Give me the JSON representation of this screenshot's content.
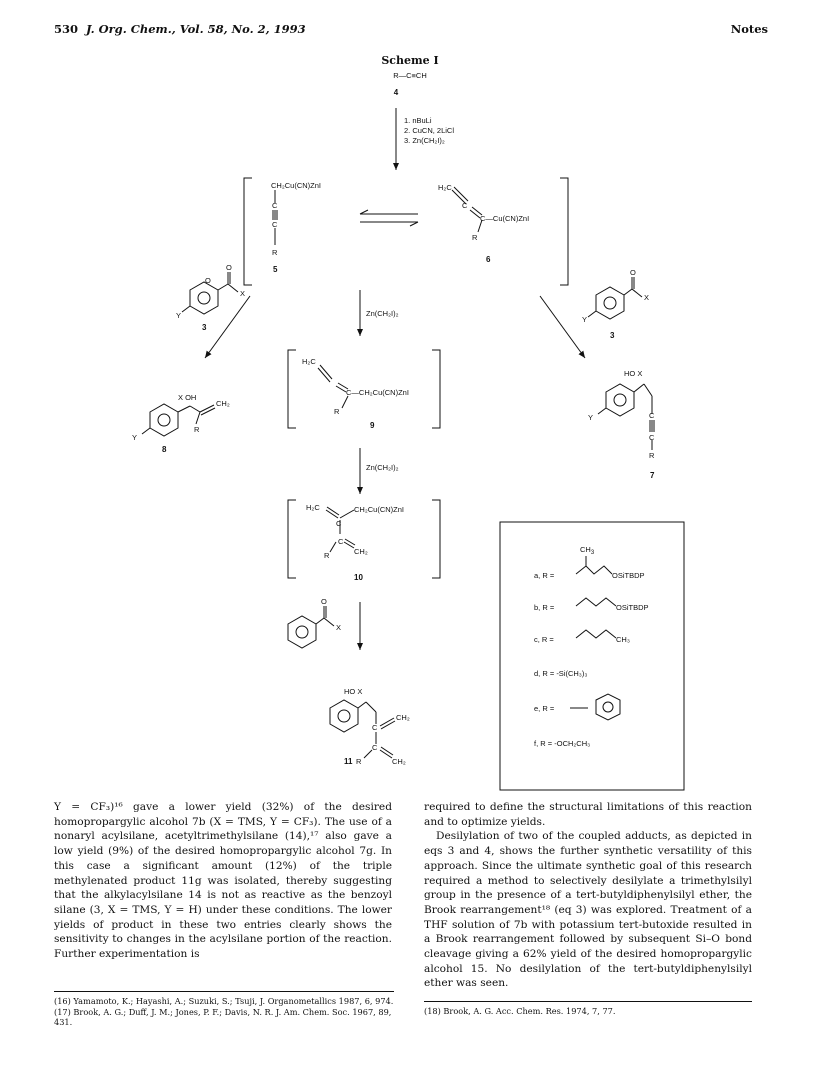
{
  "header": {
    "page_number": "530",
    "journal": "J. Org. Chem., Vol. 58, No. 2, 1993",
    "section": "Notes"
  },
  "scheme": {
    "title": "Scheme I",
    "start_formula": "R—C≡CH",
    "start_number": "4",
    "step1": "1. nBuLi",
    "step2": "2. CuCN, 2LiCl",
    "step3": "3. Zn(CH₂I)₂",
    "cmpd5_label": "CH₂Cu(CN)ZnI",
    "cmpd5_number": "5",
    "cmpd6_h2c": "H₂C",
    "cmpd6_label": "C—Cu(CN)ZnI",
    "cmpd6_number": "6",
    "zn_reagent_1": "Zn(CH₂I)₂",
    "zn_reagent_2": "Zn(CH₂I)₂",
    "cmpd9_label": "C—CH₂Cu(CN)ZnI",
    "cmpd9_number": "9",
    "cmpd10_label": "CH₂Cu(CN)ZnI",
    "cmpd10_number": "10",
    "cmpd3_number": "3",
    "cmpd7_number": "7",
    "cmpd8_number": "8",
    "cmpd11_number": "11",
    "cmpd8_oh": "X  OH",
    "cmpd7_hox": "HO  X",
    "cmpd11_hox": "HO  X",
    "ch2": "CH₂",
    "r_list": [
      {
        "letter": "a",
        "text": "OSiTBDP"
      },
      {
        "letter": "b",
        "text": "OSiTBDP"
      },
      {
        "letter": "c",
        "text": "CH₃"
      },
      {
        "letter": "d",
        "text": "-Si(CH₃)₃"
      },
      {
        "letter": "e",
        "text": ""
      },
      {
        "letter": "f",
        "text": "-OCH₂CH₃"
      }
    ]
  },
  "body": {
    "left": "Y = CF₃)¹⁶ gave a lower yield (32%) of the desired homopropargylic alcohol 7b (X = TMS, Y = CF₃). The use of a nonaryl acylsilane, acetyltrimethylsilane (14),¹⁷ also gave a low yield (9%) of the desired homopropargylic alcohol 7g. In this case a significant amount (12%) of the triple methylenated product 11g was isolated, thereby suggesting that the alkylacylsilane 14 is not as reactive as the benzoyl silane (3, X = TMS, Y = H) under these conditions. The lower yields of product in these two entries clearly shows the sensitivity to changes in the acylsilane portion of the reaction. Further experimentation is",
    "right_p1": "required to define the structural limitations of this reaction and to optimize yields.",
    "right_p2": "Desilylation of two of the coupled adducts, as depicted in eqs 3 and 4, shows the further synthetic versatility of this approach. Since the ultimate synthetic goal of this research required a method to selectively desilylate a trimethylsilyl group in the presence of a tert-butyldiphenylsilyl ether, the Brook rearrangement¹⁸ (eq 3) was explored. Treatment of a THF solution of 7b with potassium tert-butoxide resulted in a Brook rearrangement followed by subsequent Si–O bond cleavage giving a 62% yield of the desired homopropargylic alcohol 15. No desilylation of the tert-butyldiphenylsilyl ether was seen."
  },
  "footnotes": {
    "fn16": "(16) Yamamoto, K.; Hayashi, A.; Suzuki, S.; Tsuji, J. Organometallics 1987, 6, 974.",
    "fn17": "(17) Brook, A. G.; Duff, J. M.; Jones, P. F.; Davis, N. R. J. Am. Chem. Soc. 1967, 89, 431.",
    "fn18": "(18) Brook, A. G. Acc. Chem. Res. 1974, 7, 77."
  }
}
